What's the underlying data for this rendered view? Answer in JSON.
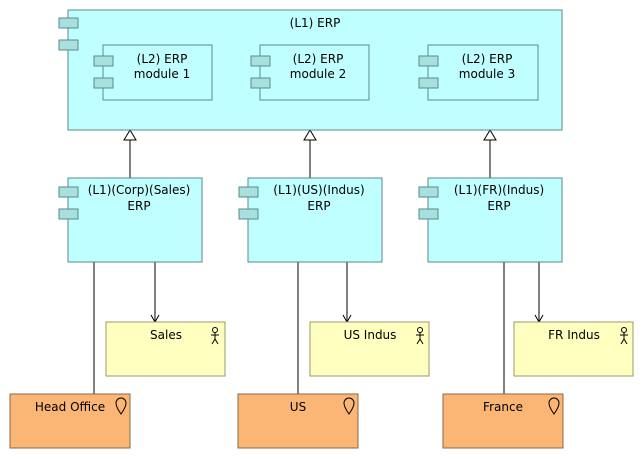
{
  "diagram": {
    "erp": {
      "label": "(L1) ERP"
    },
    "modules": [
      {
        "line1": "(L2) ERP",
        "line2": "module 1"
      },
      {
        "line1": "(L2) ERP",
        "line2": "module 2"
      },
      {
        "line1": "(L2) ERP",
        "line2": "module 3"
      }
    ],
    "instances": [
      {
        "line1": "(L1)(Corp)(Sales)",
        "line2": "ERP"
      },
      {
        "line1": "(L1)(US)(Indus)",
        "line2": "ERP"
      },
      {
        "line1": "(L1)(FR)(Indus)",
        "line2": "ERP"
      }
    ],
    "roles": [
      {
        "label": "Sales",
        "icon": "actor-icon"
      },
      {
        "label": "US Indus",
        "icon": "actor-icon"
      },
      {
        "label": "FR Indus",
        "icon": "actor-icon"
      }
    ],
    "locations": [
      {
        "label": "Head Office",
        "icon": "location-pin-icon"
      },
      {
        "label": "US",
        "icon": "location-pin-icon"
      },
      {
        "label": "France",
        "icon": "location-pin-icon"
      }
    ],
    "colors": {
      "component_fill": "#c0ffff",
      "role_fill": "#ffffc0",
      "location_fill": "#fbb575"
    }
  }
}
